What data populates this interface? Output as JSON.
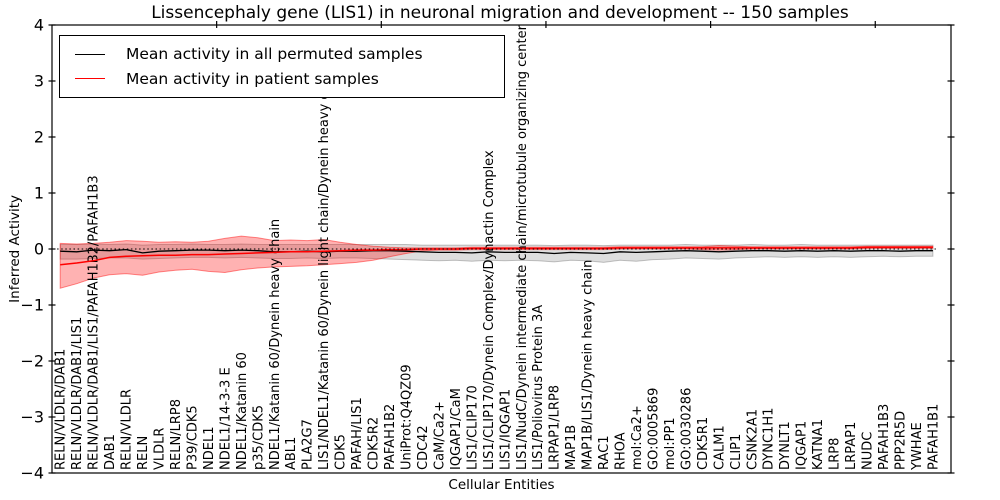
{
  "title": "Lissencephaly gene (LIS1) in neuronal migration and development -- 150 samples",
  "chart_data": {
    "type": "line",
    "title": "Lissencephaly gene (LIS1) in neuronal migration and development -- 150 samples",
    "xlabel": "Cellular Entities",
    "ylabel": "Inferred Activity",
    "ylim": [
      -4,
      4
    ],
    "yticks": [
      4,
      3,
      2,
      1,
      0,
      -1,
      -2,
      -3,
      -4
    ],
    "grid": false,
    "zero_line": true,
    "legend_position": "upper left",
    "categories": [
      "RELN/VLDLR/DAB1",
      "RELN/VLDLR/DAB1/LIS1",
      "RELN/VLDLR/DAB1/LIS1/PAFAH1B2/PAFAH1B3",
      "DAB1",
      "RELN/VLDLR",
      "RELN",
      "VLDLR",
      "RELN/LRP8",
      "P39/CDK5",
      "NDEL1",
      "NDEL1/14-3-3 E",
      "NDEL1/Katanin 60",
      "p35/CDK5",
      "NDEL1/Katanin 60/Dynein heavy chain",
      "ABL1",
      "PLA2G7",
      "LIS1/NDEL1/Katanin 60/Dynein light chain/Dynein heavy chain",
      "CDK5",
      "PAFAH/LIS1",
      "CDK5R2",
      "PAFAH1B2",
      "UniProt:Q4QZ09",
      "CDC42",
      "CaM/Ca2+",
      "IQGAP1/CaM",
      "LIS1/CLIP170",
      "LIS1/CLIP170/Dynein Complex/Dynactin Complex",
      "LIS1/IQGAP1",
      "LIS1/NudC/Dynein intermediate chain/microtubule organizing center",
      "LIS1/Poliovirus Protein 3A",
      "LRPAP1/LRP8",
      "MAP1B",
      "MAP1B/LIS1/Dynein heavy chain",
      "RAC1",
      "RHOA",
      "mol:Ca2+",
      "GO:0005869",
      "mol:PP1",
      "GO:0030286",
      "CDK5R1",
      "CALM1",
      "CLIP1",
      "CSNK2A1",
      "DYNC1H1",
      "DYNLT1",
      "IQGAP1",
      "KATNA1",
      "LRP8",
      "LRPAP1",
      "NUDC",
      "PAFAH1B3",
      "PPP2R5D",
      "YWHAE",
      "PAFAH1B1"
    ],
    "series": [
      {
        "name": "Mean activity in all permuted samples",
        "color": "#000000",
        "band_color": "rgba(0,0,0,0.13)",
        "band_edge": "rgba(0,0,0,0.22)",
        "values": [
          -0.04,
          -0.05,
          -0.02,
          -0.03,
          -0.01,
          -0.07,
          -0.04,
          -0.03,
          -0.02,
          -0.02,
          -0.03,
          -0.02,
          -0.03,
          -0.05,
          -0.05,
          -0.04,
          -0.05,
          -0.04,
          -0.04,
          -0.03,
          -0.03,
          -0.04,
          -0.05,
          -0.06,
          -0.06,
          -0.07,
          -0.05,
          -0.06,
          -0.06,
          -0.06,
          -0.08,
          -0.06,
          -0.07,
          -0.08,
          -0.05,
          -0.06,
          -0.05,
          -0.04,
          -0.03,
          -0.04,
          -0.05,
          -0.04,
          -0.03,
          -0.03,
          -0.04,
          -0.03,
          -0.04,
          -0.03,
          -0.04,
          -0.03,
          -0.03,
          -0.04,
          -0.03,
          -0.03
        ],
        "band_top": [
          0.08,
          0.08,
          0.09,
          0.08,
          0.09,
          0.07,
          0.08,
          0.08,
          0.09,
          0.08,
          0.08,
          0.09,
          0.08,
          0.08,
          0.08,
          0.08,
          0.08,
          0.08,
          0.08,
          0.08,
          0.08,
          0.08,
          0.07,
          0.07,
          0.07,
          0.07,
          0.07,
          0.07,
          0.07,
          0.07,
          0.06,
          0.07,
          0.07,
          0.06,
          0.07,
          0.07,
          0.07,
          0.07,
          0.08,
          0.07,
          0.07,
          0.07,
          0.08,
          0.07,
          0.07,
          0.08,
          0.07,
          0.07,
          0.07,
          0.07,
          0.07,
          0.07,
          0.07,
          0.07
        ],
        "band_bottom": [
          -0.18,
          -0.18,
          -0.17,
          -0.16,
          -0.16,
          -0.18,
          -0.17,
          -0.16,
          -0.15,
          -0.15,
          -0.16,
          -0.15,
          -0.16,
          -0.17,
          -0.17,
          -0.16,
          -0.17,
          -0.16,
          -0.16,
          -0.17,
          -0.18,
          -0.19,
          -0.2,
          -0.21,
          -0.2,
          -0.22,
          -0.2,
          -0.21,
          -0.2,
          -0.21,
          -0.23,
          -0.2,
          -0.21,
          -0.24,
          -0.2,
          -0.22,
          -0.19,
          -0.18,
          -0.16,
          -0.17,
          -0.18,
          -0.16,
          -0.15,
          -0.14,
          -0.15,
          -0.14,
          -0.15,
          -0.14,
          -0.15,
          -0.14,
          -0.13,
          -0.14,
          -0.13,
          -0.13
        ]
      },
      {
        "name": "Mean activity in patient samples",
        "color": "#ff0000",
        "band_color": "rgba(255,0,0,0.30)",
        "band_edge": "rgba(255,0,0,0.45)",
        "values": [
          -0.28,
          -0.25,
          -0.21,
          -0.15,
          -0.13,
          -0.12,
          -0.11,
          -0.11,
          -0.1,
          -0.1,
          -0.09,
          -0.08,
          -0.07,
          -0.06,
          -0.05,
          -0.05,
          -0.04,
          -0.03,
          -0.02,
          -0.02,
          -0.01,
          -0.01,
          0.0,
          0.0,
          0.0,
          0.01,
          0.01,
          0.01,
          0.01,
          0.01,
          0.01,
          0.01,
          0.01,
          0.01,
          0.02,
          0.02,
          0.02,
          0.02,
          0.02,
          0.02,
          0.02,
          0.02,
          0.02,
          0.02,
          0.02,
          0.02,
          0.02,
          0.02,
          0.02,
          0.03,
          0.03,
          0.03,
          0.03,
          0.03
        ],
        "band_top": [
          0.1,
          0.09,
          0.1,
          0.12,
          0.15,
          0.14,
          0.12,
          0.13,
          0.12,
          0.14,
          0.19,
          0.23,
          0.2,
          0.15,
          0.16,
          0.15,
          0.17,
          0.12,
          0.08,
          0.05,
          0.03,
          0.02,
          0.02,
          0.02,
          0.02,
          0.03,
          0.03,
          0.03,
          0.03,
          0.03,
          0.03,
          0.03,
          0.03,
          0.03,
          0.04,
          0.04,
          0.04,
          0.04,
          0.04,
          0.04,
          0.06,
          0.05,
          0.04,
          0.04,
          0.04,
          0.04,
          0.04,
          0.04,
          0.04,
          0.05,
          0.05,
          0.05,
          0.05,
          0.05
        ],
        "band_bottom": [
          -0.7,
          -0.62,
          -0.52,
          -0.46,
          -0.44,
          -0.47,
          -0.41,
          -0.38,
          -0.36,
          -0.4,
          -0.42,
          -0.37,
          -0.34,
          -0.32,
          -0.31,
          -0.3,
          -0.28,
          -0.26,
          -0.24,
          -0.2,
          -0.14,
          -0.08,
          -0.03,
          -0.02,
          -0.02,
          -0.01,
          -0.01,
          -0.01,
          -0.01,
          -0.01,
          -0.01,
          -0.01,
          -0.01,
          -0.01,
          0.0,
          0.0,
          0.0,
          0.0,
          0.0,
          -0.01,
          -0.02,
          -0.01,
          0.0,
          0.0,
          0.0,
          0.0,
          0.0,
          0.0,
          0.0,
          0.01,
          0.01,
          0.01,
          0.01,
          0.01
        ]
      }
    ]
  },
  "legend": {
    "items": [
      {
        "label": "Mean activity in all permuted samples",
        "color": "#000000"
      },
      {
        "label": "Mean activity in patient samples",
        "color": "#ff0000"
      }
    ]
  }
}
